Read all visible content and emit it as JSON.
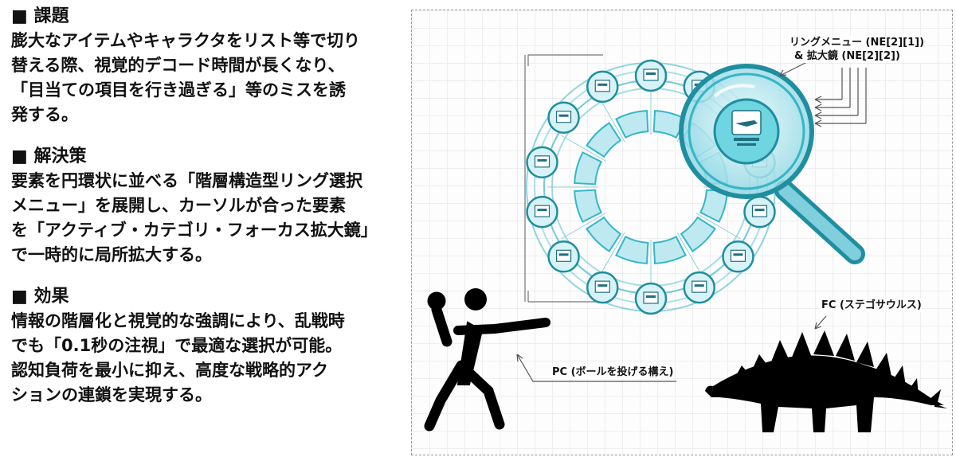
{
  "sections": [
    {
      "heading": "■ 課題",
      "body": "膨大なアイテムやキャラクタをリスト等で切り\n替える際、視覚的デコード時間が長くなり、\n「目当ての項目を行き過ぎる」等のミスを誘\n発する。"
    },
    {
      "heading": "■ 解決策",
      "body": "要素を円環状に並べる「階層構造型リング選択\nメニュー」を展開し、カーソルが合った要素\nを「アクティブ・カテゴリ・フォーカス拡大鏡」\nで一時的に局所拡大する。"
    },
    {
      "heading": "■ 効果",
      "body": "情報の階層化と視覚的な強調により、乱戦時\nでも「0.1秒の注視」で最適な選択が可能。\n認知負荷を最小に抑え、高度な戦略的アク\nションの連鎖を実現する。"
    }
  ],
  "labels": {
    "ring_line1": "リングメニュー (NE[2][1])",
    "ring_line2": "& 拡大鏡 (NE[2][2])",
    "pc": "PC (ボールを投げる構え)",
    "fc": "FC (ステゴサウルス)"
  },
  "colors": {
    "ring_stroke": "#34b6c8",
    "ring_fill": "#bfe9f0",
    "ring_dark": "#1f8ea0",
    "silhouette": "#000000",
    "frame": "#9a9a9a"
  }
}
